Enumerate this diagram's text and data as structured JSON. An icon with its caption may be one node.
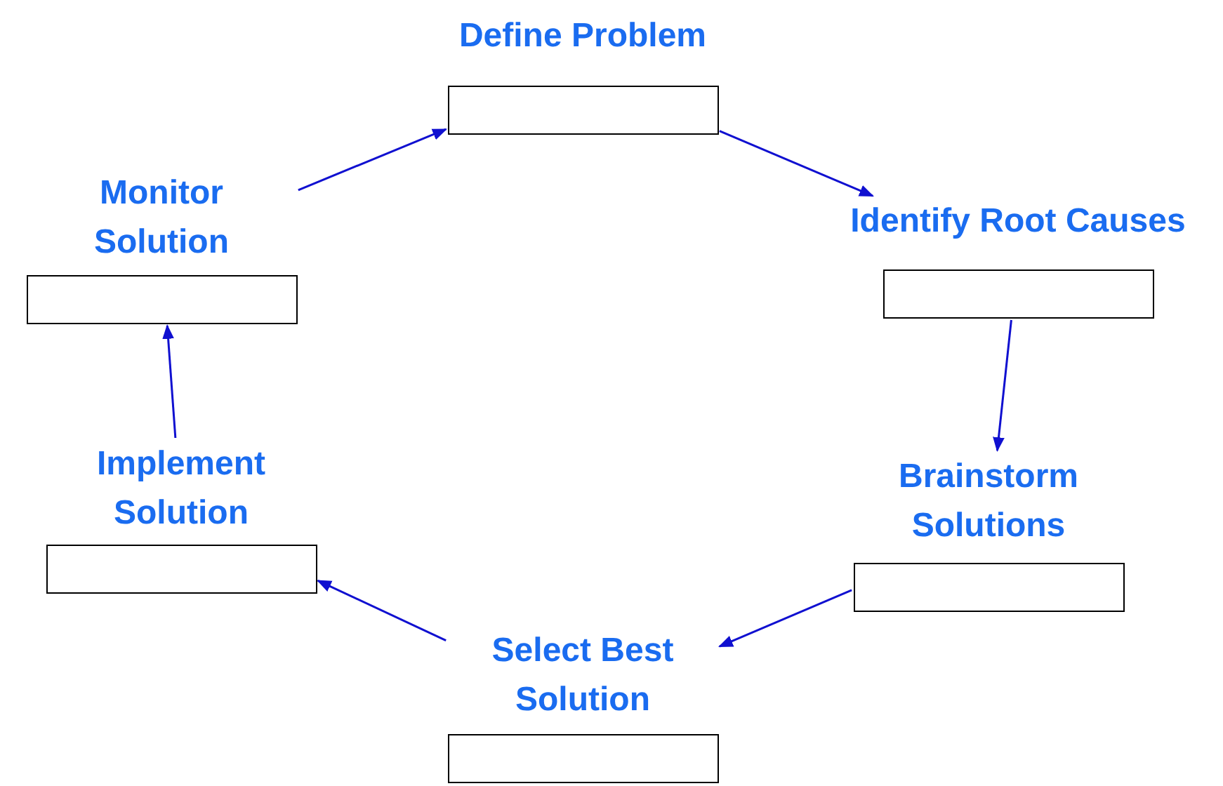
{
  "diagram": {
    "nodes": [
      {
        "text": [
          "Define Problem"
        ]
      },
      {
        "text": [
          "Identify Root Causes"
        ]
      },
      {
        "text": [
          "Brainstorm Solutions"
        ]
      },
      {
        "text": [
          "Select Best Solution"
        ]
      },
      {
        "text": [
          "Implement Solution"
        ]
      },
      {
        "text": [
          "Monitor Solution"
        ]
      }
    ],
    "edges": [
      {
        "from": 0,
        "to": 1,
        "arrow": "to"
      },
      {
        "from": 1,
        "to": 2,
        "arrow": "to"
      },
      {
        "from": 2,
        "to": 3,
        "arrow": "to"
      },
      {
        "from": 3,
        "to": 4,
        "arrow": "to"
      },
      {
        "from": 4,
        "to": 5,
        "arrow": "to"
      },
      {
        "from": 5,
        "to": 0,
        "arrow": "to"
      }
    ]
  }
}
